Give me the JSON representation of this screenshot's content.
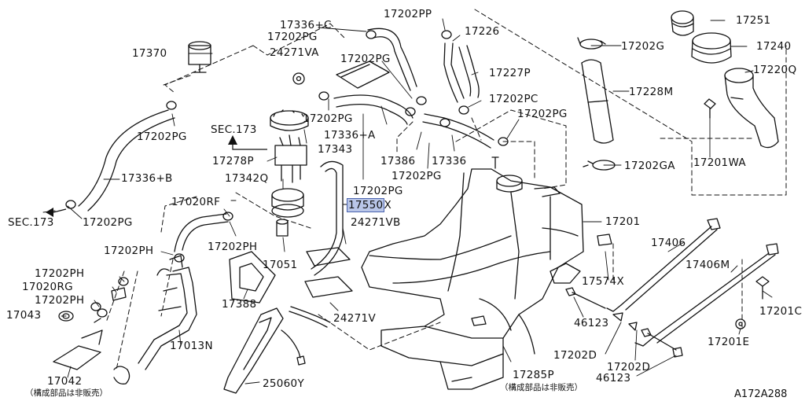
{
  "diagram": {
    "reference_code": "A172A288",
    "note_not_sold": "（構成部品は非販売）",
    "highlight_color": "#b9c6e8",
    "highlighted_part": "17550",
    "parts": [
      {
        "id": "p17202pp_a",
        "label": "17202PP"
      },
      {
        "id": "p17251",
        "label": "17251"
      },
      {
        "id": "p17336c",
        "label": "17336+C"
      },
      {
        "id": "p17202pg_a",
        "label": "17202PG"
      },
      {
        "id": "p17226",
        "label": "17226"
      },
      {
        "id": "p24271va",
        "label": "24271VA"
      },
      {
        "id": "p17202g",
        "label": "17202G"
      },
      {
        "id": "p17240",
        "label": "17240"
      },
      {
        "id": "p17370",
        "label": "17370"
      },
      {
        "id": "p17202pg_b",
        "label": "17202PG"
      },
      {
        "id": "p17227p",
        "label": "17227P"
      },
      {
        "id": "p17220q",
        "label": "17220Q"
      },
      {
        "id": "p17228m",
        "label": "17228M"
      },
      {
        "id": "p17202pc",
        "label": "17202PC"
      },
      {
        "id": "p17202pg_c",
        "label": "17202PG"
      },
      {
        "id": "p17202pg_d",
        "label": "17202PG"
      },
      {
        "id": "p17336a",
        "label": "17336+A"
      },
      {
        "id": "sec173_a",
        "label": "SEC.173"
      },
      {
        "id": "p17343",
        "label": "17343"
      },
      {
        "id": "p17202pg_e",
        "label": "17202PG"
      },
      {
        "id": "p17278p",
        "label": "17278P"
      },
      {
        "id": "p17386",
        "label": "17386"
      },
      {
        "id": "p17336",
        "label": "17336"
      },
      {
        "id": "p17202ga",
        "label": "17202GA"
      },
      {
        "id": "p17201wa",
        "label": "17201WA"
      },
      {
        "id": "p17336b",
        "label": "17336+B"
      },
      {
        "id": "p17342q",
        "label": "17342Q"
      },
      {
        "id": "p17202pg_f",
        "label": "17202PG"
      },
      {
        "id": "p17202pg_g",
        "label": "17202PG"
      },
      {
        "id": "p17550",
        "label": "17550",
        "suffix": "X"
      },
      {
        "id": "p17020rf",
        "label": "17020RF"
      },
      {
        "id": "sec173_b",
        "label": "SEC.173"
      },
      {
        "id": "p17202pg_h",
        "label": "17202PG"
      },
      {
        "id": "p24271vb",
        "label": "24271VB"
      },
      {
        "id": "p17201",
        "label": "17201"
      },
      {
        "id": "p17406",
        "label": "17406"
      },
      {
        "id": "p17202ph_a",
        "label": "17202PH"
      },
      {
        "id": "p17202ph_b",
        "label": "17202PH"
      },
      {
        "id": "p17051",
        "label": "17051"
      },
      {
        "id": "p17406m",
        "label": "17406M"
      },
      {
        "id": "p17202ph_c",
        "label": "17202PH"
      },
      {
        "id": "p17020rg",
        "label": "17020RG"
      },
      {
        "id": "p17574x",
        "label": "17574X"
      },
      {
        "id": "p17202ph_d",
        "label": "17202PH"
      },
      {
        "id": "p17388",
        "label": "17388"
      },
      {
        "id": "p17043",
        "label": "17043"
      },
      {
        "id": "p24271v",
        "label": "24271V"
      },
      {
        "id": "p46123_a",
        "label": "46123"
      },
      {
        "id": "p17201c",
        "label": "17201C"
      },
      {
        "id": "p17013n",
        "label": "17013N"
      },
      {
        "id": "p17201e",
        "label": "17201E"
      },
      {
        "id": "p17202d_a",
        "label": "17202D"
      },
      {
        "id": "p17202d_b",
        "label": "17202D"
      },
      {
        "id": "p17042",
        "label": "17042"
      },
      {
        "id": "p17285p",
        "label": "17285P"
      },
      {
        "id": "p25060y",
        "label": "25060Y"
      },
      {
        "id": "p46123_b",
        "label": "46123"
      }
    ]
  }
}
